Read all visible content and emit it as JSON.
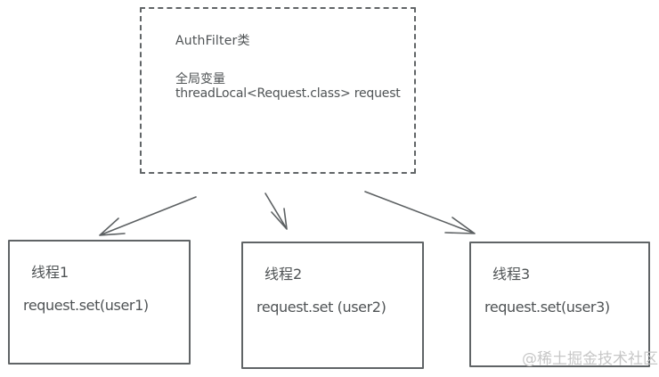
{
  "diagram": {
    "auth_box": {
      "title": "AuthFilter类",
      "global_label": "全局变量",
      "declaration": "threadLocal<Request.class> request"
    },
    "threads": [
      {
        "title": "线程1",
        "code": "request.set(user1)"
      },
      {
        "title": "线程2",
        "code": "request.set (user2)"
      },
      {
        "title": "线程3",
        "code": "request.set(user3)"
      }
    ],
    "watermark": "@稀土掘金技术社区",
    "colors": {
      "stroke": "#5c6062",
      "text": "#4f5355",
      "watermark": "#c7c7c7",
      "background": "#ffffff"
    }
  }
}
